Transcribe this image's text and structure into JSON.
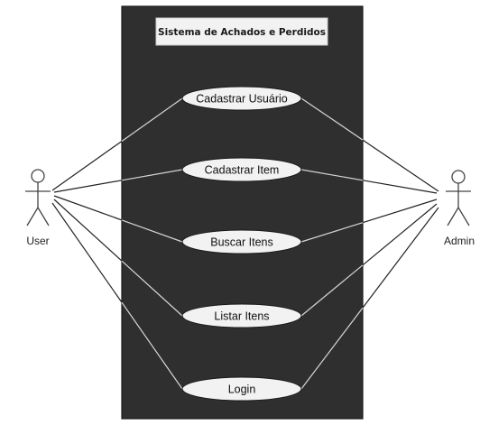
{
  "system": {
    "title": "Sistema de Achados e Perdidos"
  },
  "actors": {
    "user": {
      "label": "User"
    },
    "admin": {
      "label": "Admin"
    }
  },
  "use_cases": [
    {
      "label": "Cadastrar Usuário"
    },
    {
      "label": "Cadastrar Item"
    },
    {
      "label": "Buscar Itens"
    },
    {
      "label": "Listar Itens"
    },
    {
      "label": "Login"
    }
  ],
  "associations": {
    "user": [
      0,
      1,
      2,
      3,
      4
    ],
    "admin": [
      0,
      1,
      2,
      3,
      4
    ]
  },
  "colors": {
    "boundary_fill": "#2f2f2f",
    "boundary_stroke": "#1a1a1a",
    "title_box_fill": "#f2f2f2",
    "usecase_fill": "#f2f2f2",
    "line_light": "#222222",
    "line_dark": "#d6d6d6",
    "actor_stroke": "#444444"
  }
}
